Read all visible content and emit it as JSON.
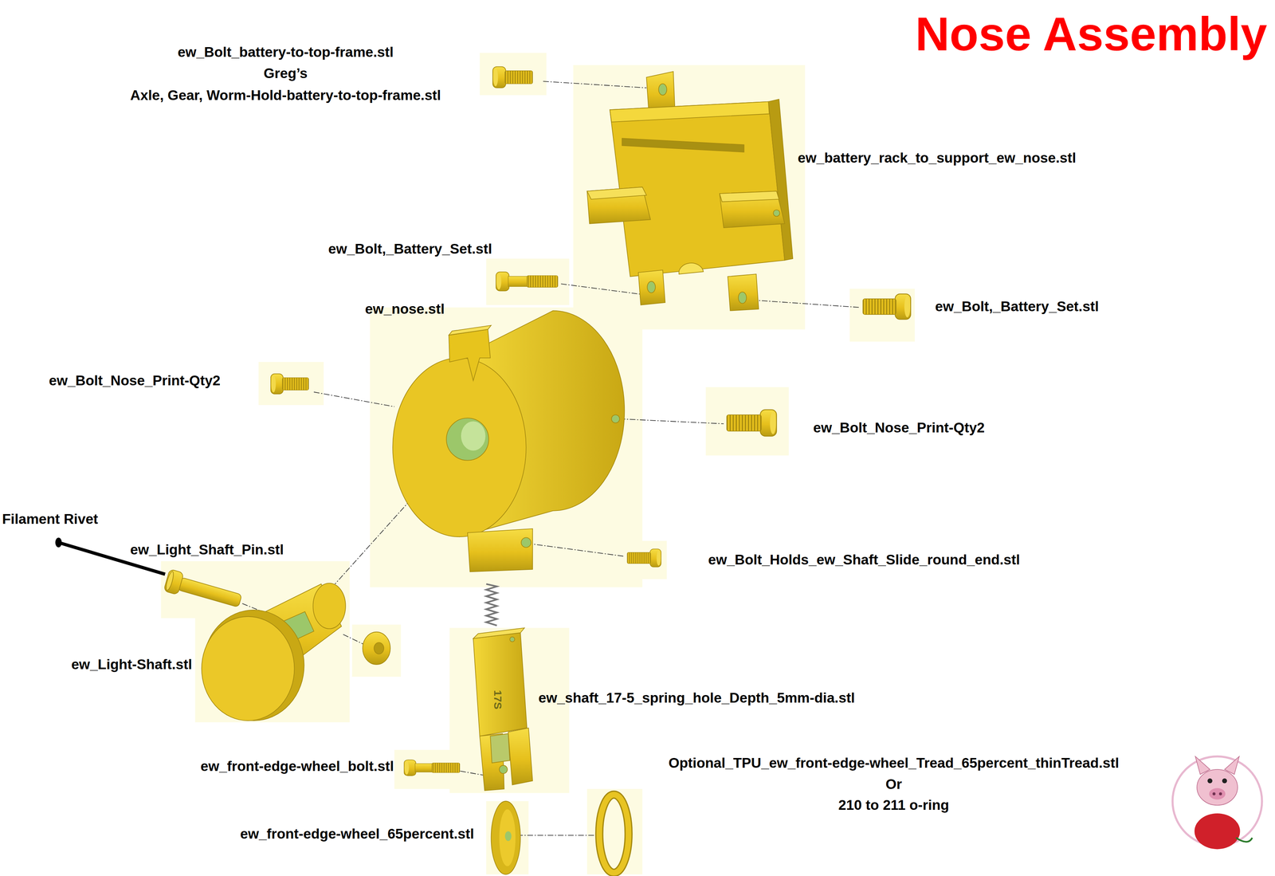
{
  "diagram": {
    "title": "Nose Assembly",
    "labels": [
      "ew_Bolt_battery-to-top-frame.stl",
      "Greg’s",
      "Axle, Gear, Worm-Hold-battery-to-top-frame.stl",
      "ew_battery_rack_to_support_ew_nose.stl",
      "ew_Bolt,_Battery_Set.stl",
      "ew_Bolt,_Battery_Set.stl",
      "ew_nose.stl",
      "ew_Bolt_Nose_Print-Qty2",
      "ew_Bolt_Nose_Print-Qty2",
      "Filament Rivet",
      "ew_Light_Shaft_Pin.stl",
      "ew_Light-Shaft.stl",
      "ew_Bolt_Holds_ew_Shaft_Slide_round_end.stl",
      "17S",
      "ew_shaft_17-5_spring_hole_Depth_5mm-dia.stl",
      "ew_front-edge-wheel_bolt.stl",
      "Optional_TPU_ew_front-edge-wheel_Tread_65percent_thinTread.stl",
      "Or",
      "210 to 211 o-ring",
      "ew_front-edge-wheel_65percent.stl"
    ]
  }
}
